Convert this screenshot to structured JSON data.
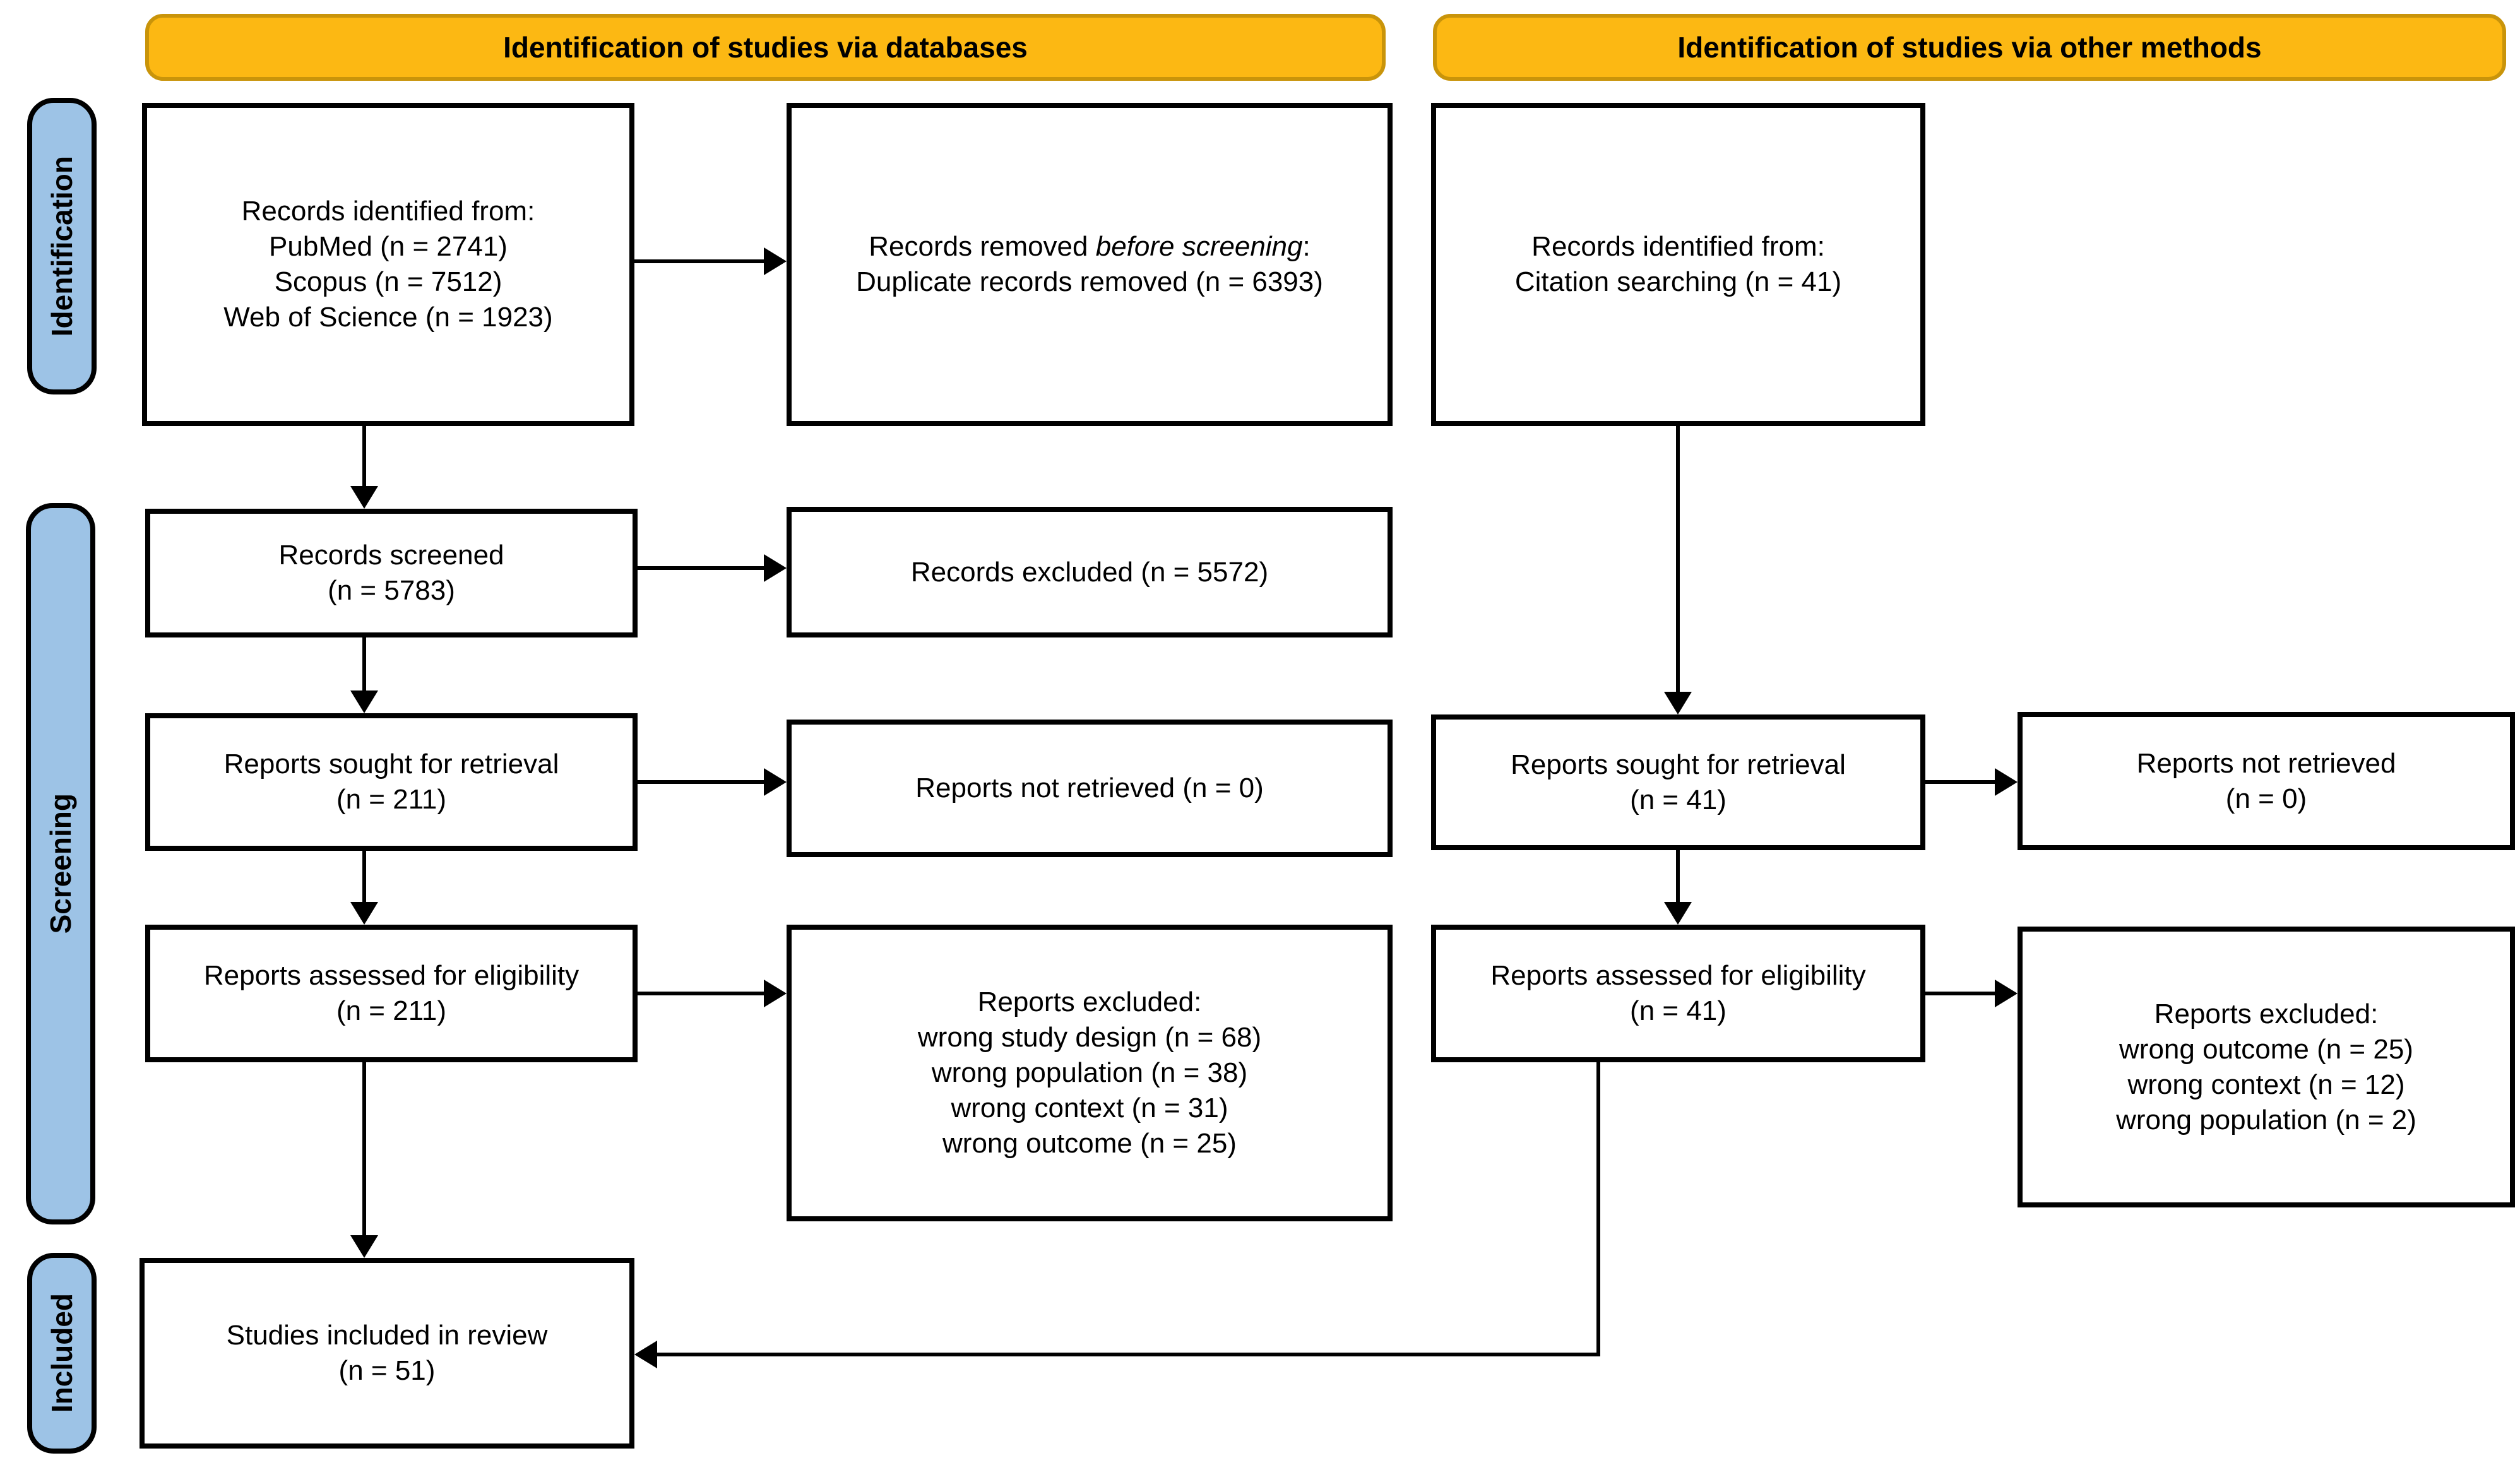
{
  "banners": {
    "databases": "Identification of studies via databases",
    "other": "Identification of studies via other methods"
  },
  "stages": {
    "identification": "Identification",
    "screening": "Screening",
    "included": "Included"
  },
  "colors": {
    "banner_fill": "#FCB813",
    "banner_border": "#C9940A",
    "stage_fill": "#9DC3E6",
    "box_border": "#000000",
    "background": "#FFFFFF"
  },
  "boxes": {
    "db_identified": {
      "lines": [
        "Records identified from:",
        "PubMed (n = 2741)",
        "Scopus (n = 7512)",
        "Web of Science (n = 1923)"
      ]
    },
    "removed_before": {
      "pre": "Records removed ",
      "italic": "before screening",
      "post": ":",
      "line2": "Duplicate records removed (n = 6393)"
    },
    "other_identified": {
      "lines": [
        "Records identified from:",
        "Citation searching (n = 41)"
      ]
    },
    "screened": {
      "lines": [
        "Records screened",
        "(n = 5783)"
      ]
    },
    "records_excluded": {
      "lines": [
        "Records excluded (n = 5572)"
      ]
    },
    "sought_db": {
      "lines": [
        "Reports sought for retrieval",
        "(n = 211)"
      ]
    },
    "not_retrieved_db": {
      "lines": [
        "Reports not retrieved (n = 0)"
      ]
    },
    "sought_other": {
      "lines": [
        "Reports sought for retrieval",
        "(n = 41)"
      ]
    },
    "not_retrieved_other": {
      "lines": [
        "Reports not retrieved",
        "(n = 0)"
      ]
    },
    "assessed_db": {
      "lines": [
        "Reports assessed for eligibility",
        "(n = 211)"
      ]
    },
    "excluded_db": {
      "lines": [
        "Reports excluded:",
        "wrong study design (n = 68)",
        "wrong population (n = 38)",
        "wrong context (n = 31)",
        "wrong outcome (n = 25)"
      ]
    },
    "assessed_other": {
      "lines": [
        "Reports assessed for eligibility",
        "(n = 41)"
      ]
    },
    "excluded_other": {
      "lines": [
        "Reports excluded:",
        "wrong outcome (n = 25)",
        "wrong context (n = 12)",
        "wrong population (n = 2)"
      ]
    },
    "included_review": {
      "lines": [
        "Studies included in review",
        "(n = 51)"
      ]
    }
  }
}
